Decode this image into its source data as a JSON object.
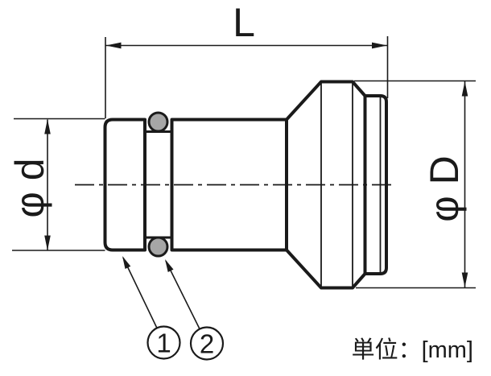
{
  "colors": {
    "line": "#1a1a1a",
    "oring_fill": "#a6a6a6",
    "paper": "#ffffff"
  },
  "labels": {
    "length": "L",
    "small_diameter": "φ d",
    "large_diameter": "φ D"
  },
  "callouts": {
    "one": "1",
    "two": "2"
  },
  "note": {
    "unit": "単位：[mm]"
  }
}
